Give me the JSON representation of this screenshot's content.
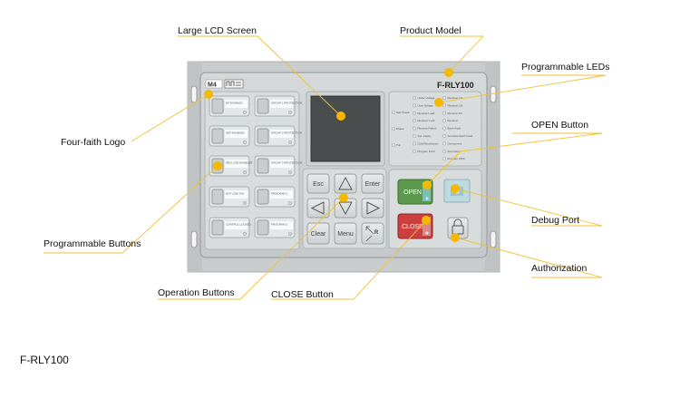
{
  "device": {
    "model": "F-RLY100",
    "logo_text": "M4",
    "keys": {
      "esc": "Esc",
      "enter": "Enter",
      "clear": "Clear",
      "menu": "Menu",
      "open": "OPEN",
      "close": "CLOSE",
      "reset_glyph": "R"
    },
    "led_group_labels": [
      "Self Check",
      "Phase",
      "Trip"
    ],
    "prog_button_labels": [
      "EF ENABLED",
      "GROUP 1 PROTECTION",
      "SEF ENABLED",
      "GROUP 2 PROTECTION",
      "RECLOSE ENABLED",
      "GROUP 3 PROTECTION",
      "HOT LINE TAG",
      "PROGRAM 1",
      "CONTROL LOCKED",
      "PROGRAM 2"
    ],
    "led_labels_left": [
      "Under Voltage",
      "Over Voltage",
      "Reverse Load",
      "Recloser Lock",
      "Reverse Failure",
      "Sys. Faulty",
      "Cold Recollection",
      "Program 1/2/3"
    ],
    "led_labels_right": [
      "Recloser 1/3",
      "Recloser 2/3",
      "Reverse 3/3",
      "Recloser",
      "Earth Fault",
      "Sensitive Earth Fault",
      "Overcurrent",
      "Zero Ident",
      "Program 4/5/6"
    ]
  },
  "callouts": {
    "large_lcd_screen": "Large LCD Screen",
    "product_model": "Product Model",
    "programmable_leds": "Programmable LEDs",
    "four_faith_logo": "Four-faith Logo",
    "open_button": "OPEN Button",
    "programmable_buttons": "Programmable Buttons",
    "debug_port": "Debug Port",
    "authorization": "Authorization",
    "operation_buttons": "Operation Buttons",
    "close_button": "CLOSE Button"
  },
  "caption": "F-RLY100"
}
